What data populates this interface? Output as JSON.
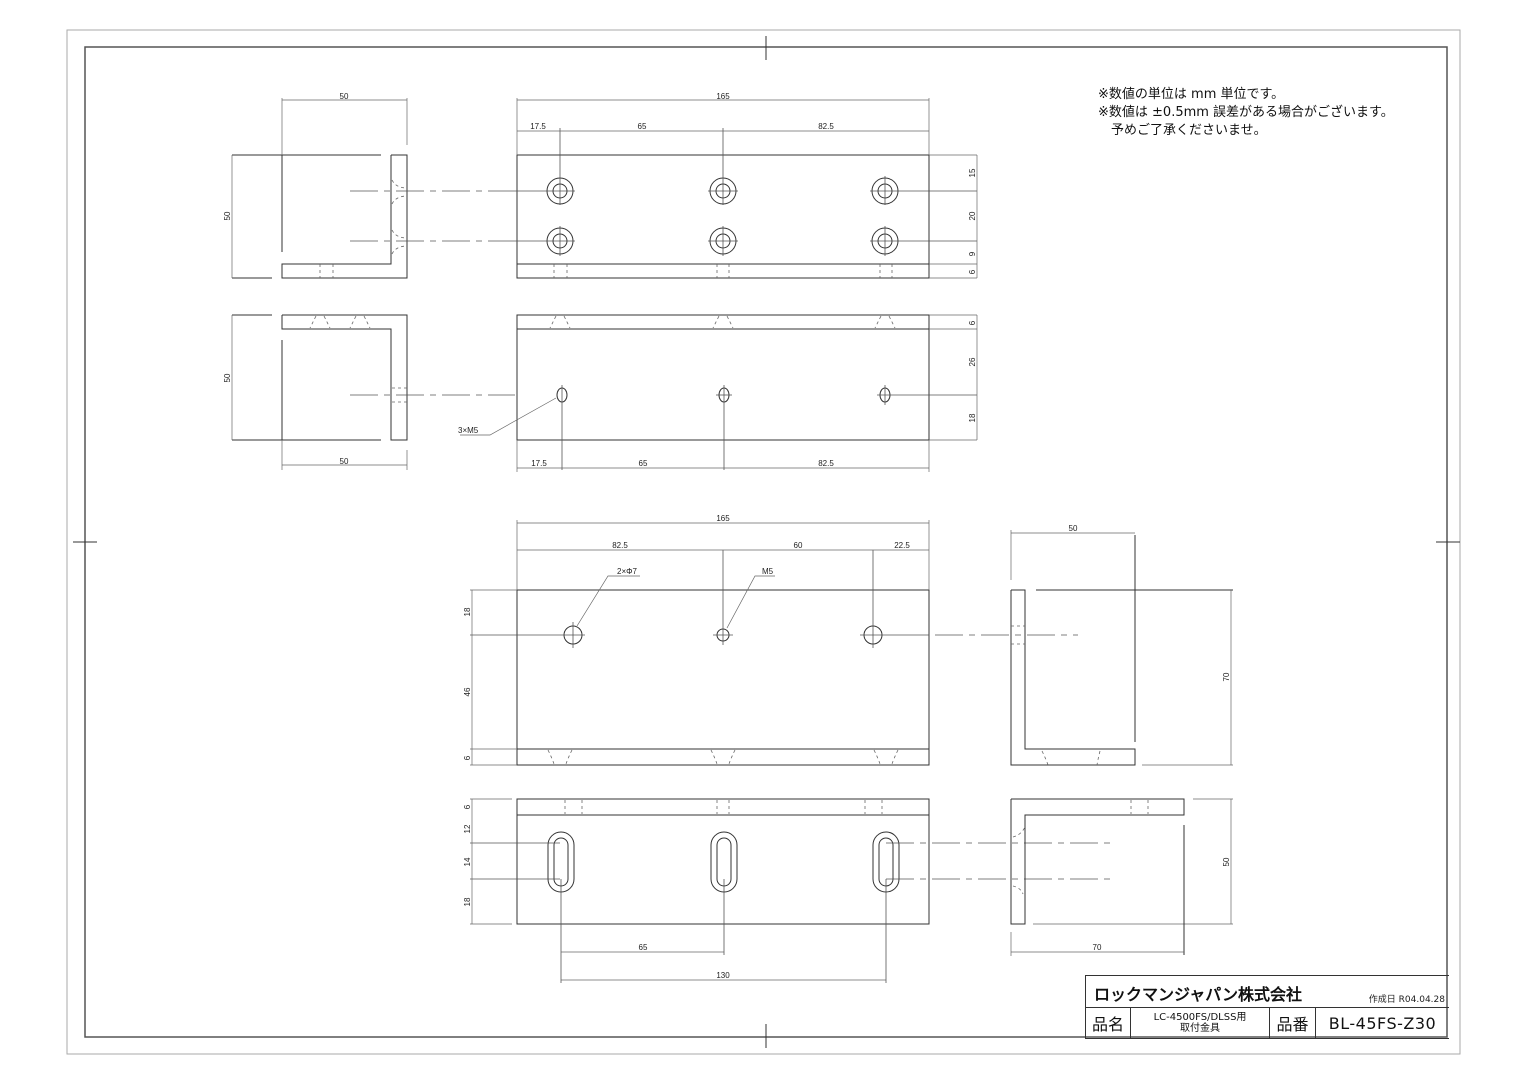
{
  "notes": [
    "※数値の単位は mm 単位です。",
    "※数値は ±0.5mm 誤差がある場合がございます。",
    "　予めご了承くださいませ。"
  ],
  "title_block": {
    "company": "ロックマンジャパン株式会社",
    "created_date": "作成日 R04.04.28",
    "product_name_label": "品名",
    "product_name_line1": "LC-4500FS/DLSS用",
    "product_name_line2": "取付金具",
    "product_number_label": "品番",
    "product_number": "BL-45FS-Z30"
  },
  "dimensions": {
    "view1_side_width": "50",
    "view1_side_height": "50",
    "view1_front_total": "165",
    "view1_front_a": "17.5",
    "view1_front_b": "65",
    "view1_front_c": "82.5",
    "view1_right_15": "15",
    "view1_right_20": "20",
    "view1_right_9": "9",
    "view1_right_6": "6",
    "view2_side_height": "50",
    "view2_side_width": "50",
    "view2_callout": "3×M5",
    "view2_right_6": "6",
    "view2_right_26": "26",
    "view2_right_18": "18",
    "view2_bottom_a": "17.5",
    "view2_bottom_b": "65",
    "view2_bottom_c": "82.5",
    "view3_total": "165",
    "view3_a": "82.5",
    "view3_b": "60",
    "view3_c": "22.5",
    "view3_callout1": "2×Φ7",
    "view3_callout2": "M5",
    "view3_left_18": "18",
    "view3_left_46": "46",
    "view3_left_6": "6",
    "view3_side_width": "50",
    "view3_side_height": "70",
    "view4_left_6": "6",
    "view4_left_12": "12",
    "view4_left_14": "14",
    "view4_left_18": "18",
    "view4_bottom_65": "65",
    "view4_bottom_130": "130",
    "view4_side_height": "50",
    "view4_side_width": "70"
  }
}
